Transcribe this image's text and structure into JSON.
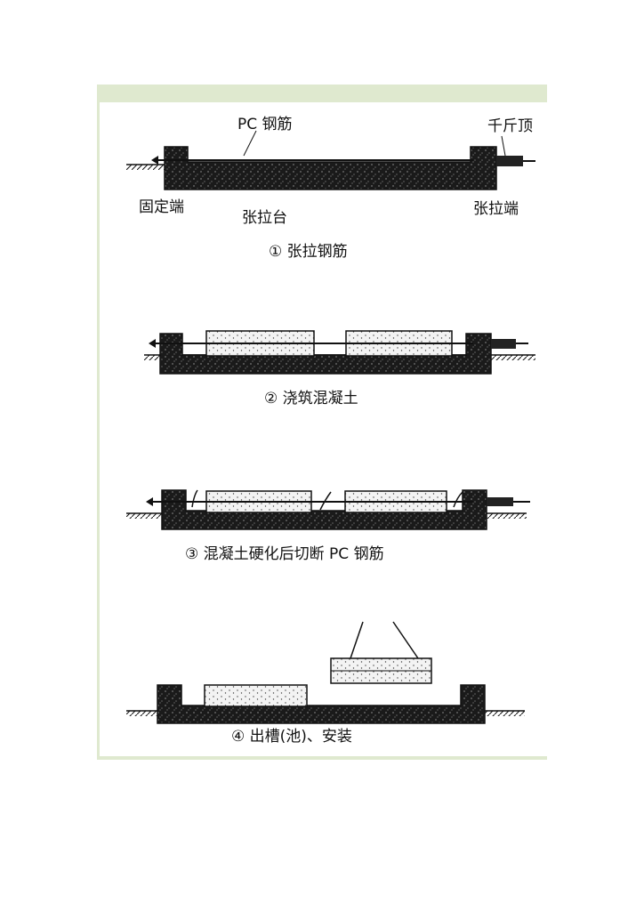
{
  "diagram": {
    "colors": {
      "frame": "#dfe9cf",
      "ink": "#111111",
      "block": "#f2f2f2"
    },
    "labels": {
      "pc_rebar": "PC 钢筋",
      "jack": "千斤顶",
      "fixed_end": "固定端",
      "bench": "张拉台",
      "tension_end": "张拉端"
    },
    "steps": [
      {
        "caption": "① 张拉钢筋"
      },
      {
        "caption": "② 浇筑混凝土"
      },
      {
        "caption": "③ 混凝土硬化后切断 PC 钢筋"
      },
      {
        "caption": "④ 出槽(池)、安装"
      }
    ]
  }
}
